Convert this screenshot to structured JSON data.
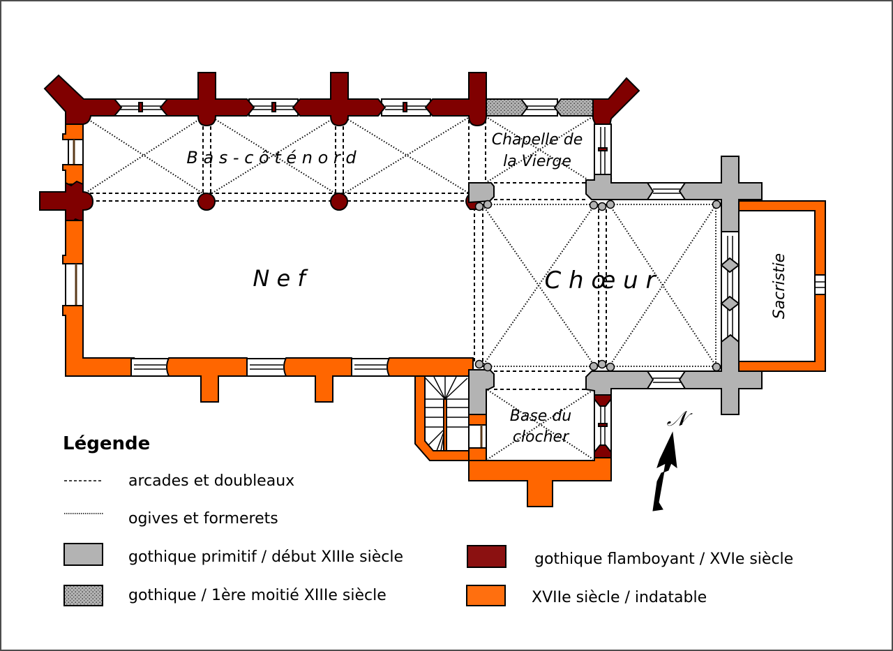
{
  "colors": {
    "flamboyant": "#800000",
    "indatable": "#ff6600",
    "primitif": "#b3b3b3",
    "legend_flamboyant": "#8b1111",
    "legend_indatable": "#ff6f0f",
    "border": "#4d4d4d"
  },
  "rooms": {
    "bas_cote_nord": "B a s - c ô t é   n o r d",
    "nef": "N e f",
    "choeur": "C h œ u r",
    "chapelle_line1": "Chapelle de",
    "chapelle_line2": "la Vierge",
    "sacristie": "Sacristie",
    "base_line1": "Base du",
    "base_line2": "clocher"
  },
  "north_arrow": {
    "label": "𝒩",
    "icon": "north-arrow-icon"
  },
  "legend": {
    "title": "Légende",
    "items": [
      {
        "style": "dashed-line",
        "label": "arcades et doubleaux"
      },
      {
        "style": "dotted-line",
        "label": "ogives et formerets"
      },
      {
        "style": "swatch-gray",
        "label": "gothique primitif / début XIIIe siècle"
      },
      {
        "style": "swatch-dotted-gray",
        "label": "gothique / 1ère moitié XIIIe siècle"
      },
      {
        "style": "swatch-dark-red",
        "label": "gothique flamboyant / XVIe siècle"
      },
      {
        "style": "swatch-orange",
        "label": "XVIIe siècle / indatable"
      }
    ]
  }
}
